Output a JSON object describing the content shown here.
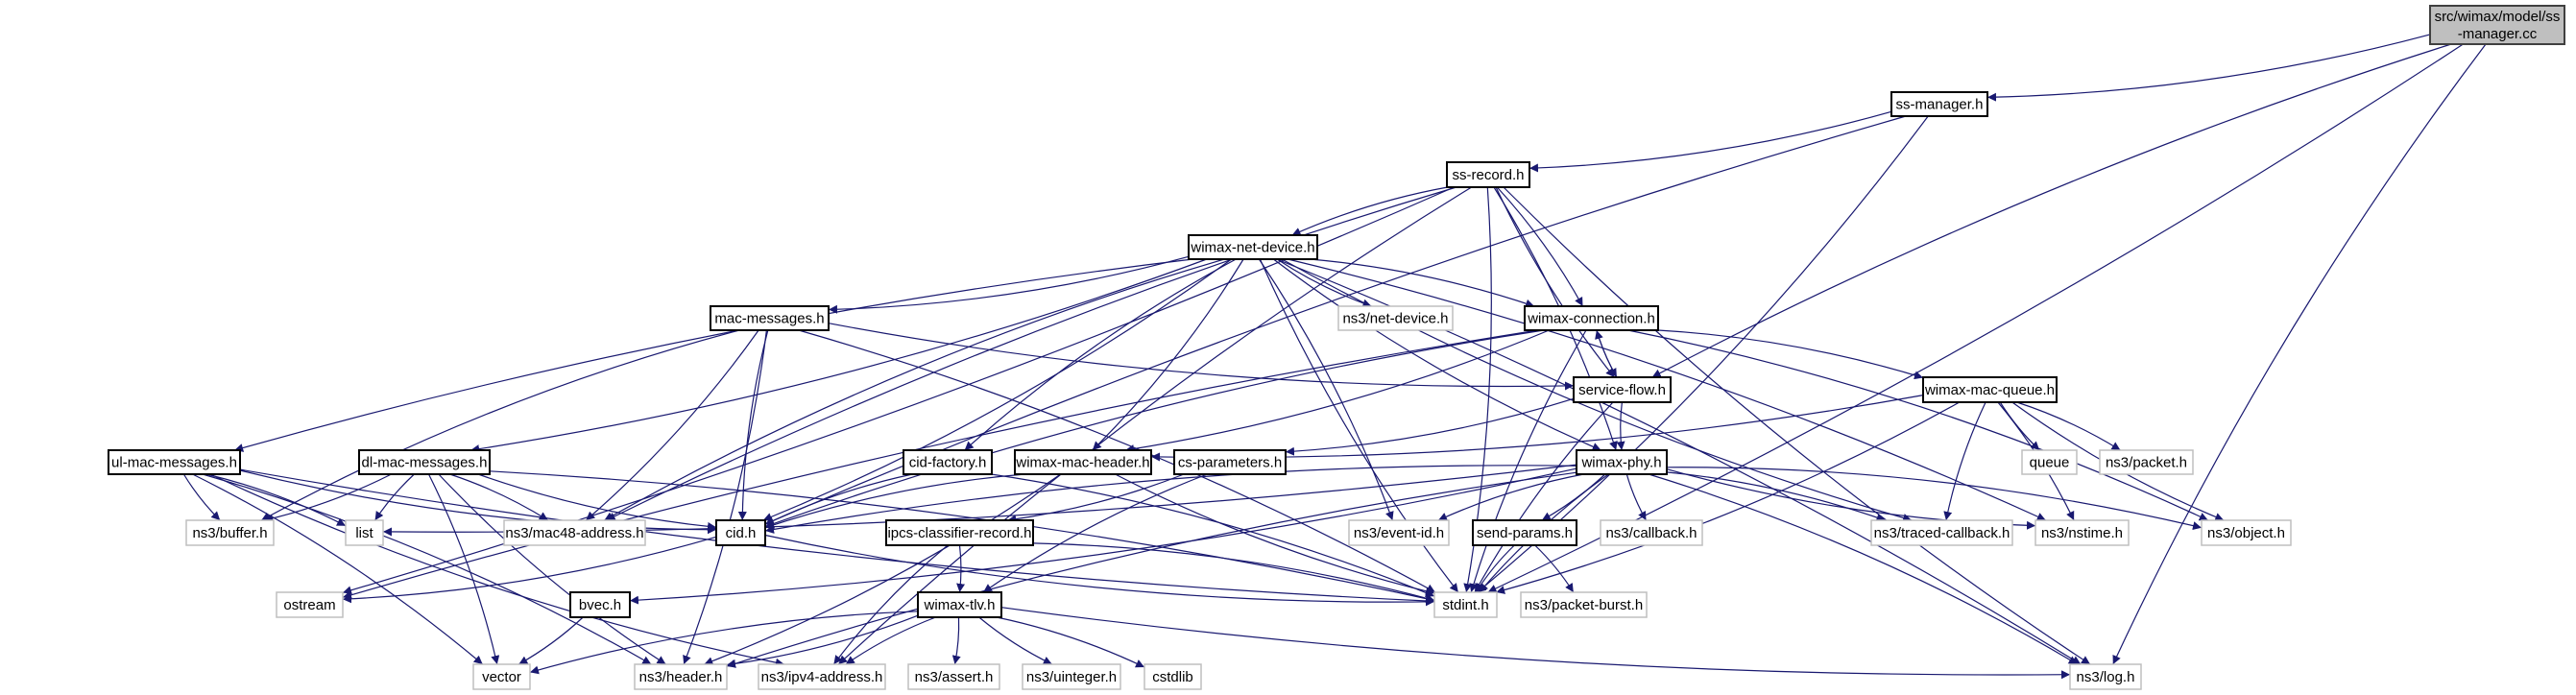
{
  "graph": {
    "type": "include-dependency-graph",
    "edge_color": "#191970",
    "root_fill": "#bfbfbf",
    "nodes": [
      {
        "id": "root",
        "label": [
          "src/wimax/model/ss",
          "-manager.cc"
        ],
        "kind": "root"
      },
      {
        "id": "ss_manager_h",
        "label": [
          "ss-manager.h"
        ],
        "kind": "documented"
      },
      {
        "id": "ss_record_h",
        "label": [
          "ss-record.h"
        ],
        "kind": "documented"
      },
      {
        "id": "wimax_net_device_h",
        "label": [
          "wimax-net-device.h"
        ],
        "kind": "documented"
      },
      {
        "id": "mac_messages_h",
        "label": [
          "mac-messages.h"
        ],
        "kind": "documented"
      },
      {
        "id": "net_device_h",
        "label": [
          "ns3/net-device.h"
        ],
        "kind": "external"
      },
      {
        "id": "wimax_connection_h",
        "label": [
          "wimax-connection.h"
        ],
        "kind": "documented"
      },
      {
        "id": "service_flow_h",
        "label": [
          "service-flow.h"
        ],
        "kind": "documented"
      },
      {
        "id": "wimax_mac_queue_h",
        "label": [
          "wimax-mac-queue.h"
        ],
        "kind": "documented"
      },
      {
        "id": "ul_mac_messages_h",
        "label": [
          "ul-mac-messages.h"
        ],
        "kind": "documented"
      },
      {
        "id": "dl_mac_messages_h",
        "label": [
          "dl-mac-messages.h"
        ],
        "kind": "documented"
      },
      {
        "id": "cid_factory_h",
        "label": [
          "cid-factory.h"
        ],
        "kind": "documented"
      },
      {
        "id": "wimax_mac_header_h",
        "label": [
          "wimax-mac-header.h"
        ],
        "kind": "documented"
      },
      {
        "id": "cs_parameters_h",
        "label": [
          "cs-parameters.h"
        ],
        "kind": "documented"
      },
      {
        "id": "wimax_phy_h",
        "label": [
          "wimax-phy.h"
        ],
        "kind": "documented"
      },
      {
        "id": "queue",
        "label": [
          "queue"
        ],
        "kind": "external"
      },
      {
        "id": "packet_h",
        "label": [
          "ns3/packet.h"
        ],
        "kind": "external"
      },
      {
        "id": "buffer_h",
        "label": [
          "ns3/buffer.h"
        ],
        "kind": "external"
      },
      {
        "id": "list",
        "label": [
          "list"
        ],
        "kind": "external"
      },
      {
        "id": "mac48_address_h",
        "label": [
          "ns3/mac48-address.h"
        ],
        "kind": "external"
      },
      {
        "id": "cid_h",
        "label": [
          "cid.h"
        ],
        "kind": "documented"
      },
      {
        "id": "ipcs_classifier_record_h",
        "label": [
          "ipcs-classifier-record.h"
        ],
        "kind": "documented"
      },
      {
        "id": "event_id_h",
        "label": [
          "ns3/event-id.h"
        ],
        "kind": "external"
      },
      {
        "id": "send_params_h",
        "label": [
          "send-params.h"
        ],
        "kind": "documented"
      },
      {
        "id": "callback_h",
        "label": [
          "ns3/callback.h"
        ],
        "kind": "external"
      },
      {
        "id": "traced_callback_h",
        "label": [
          "ns3/traced-callback.h"
        ],
        "kind": "external"
      },
      {
        "id": "nstime_h",
        "label": [
          "ns3/nstime.h"
        ],
        "kind": "external"
      },
      {
        "id": "object_h",
        "label": [
          "ns3/object.h"
        ],
        "kind": "external"
      },
      {
        "id": "ostream",
        "label": [
          "ostream"
        ],
        "kind": "external"
      },
      {
        "id": "bvec_h",
        "label": [
          "bvec.h"
        ],
        "kind": "documented"
      },
      {
        "id": "wimax_tlv_h",
        "label": [
          "wimax-tlv.h"
        ],
        "kind": "documented"
      },
      {
        "id": "stdint_h",
        "label": [
          "stdint.h"
        ],
        "kind": "external"
      },
      {
        "id": "packet_burst_h",
        "label": [
          "ns3/packet-burst.h"
        ],
        "kind": "external"
      },
      {
        "id": "vector",
        "label": [
          "vector"
        ],
        "kind": "external"
      },
      {
        "id": "header_h",
        "label": [
          "ns3/header.h"
        ],
        "kind": "external"
      },
      {
        "id": "ipv4_address_h",
        "label": [
          "ns3/ipv4-address.h"
        ],
        "kind": "external"
      },
      {
        "id": "assert_h",
        "label": [
          "ns3/assert.h"
        ],
        "kind": "external"
      },
      {
        "id": "uinteger_h",
        "label": [
          "ns3/uinteger.h"
        ],
        "kind": "external"
      },
      {
        "id": "cstdlib",
        "label": [
          "cstdlib"
        ],
        "kind": "external"
      },
      {
        "id": "log_h",
        "label": [
          "ns3/log.h"
        ],
        "kind": "external"
      }
    ],
    "edges": [
      [
        "root",
        "ss_manager_h"
      ],
      [
        "root",
        "service_flow_h"
      ],
      [
        "root",
        "stdint_h"
      ],
      [
        "root",
        "log_h"
      ],
      [
        "ss_manager_h",
        "ss_record_h"
      ],
      [
        "ss_manager_h",
        "cid_h"
      ],
      [
        "ss_manager_h",
        "stdint_h"
      ],
      [
        "ss_record_h",
        "wimax_net_device_h"
      ],
      [
        "ss_record_h",
        "wimax_connection_h"
      ],
      [
        "ss_record_h",
        "service_flow_h"
      ],
      [
        "ss_record_h",
        "wimax_phy_h"
      ],
      [
        "ss_record_h",
        "mac48_address_h"
      ],
      [
        "ss_record_h",
        "ostream"
      ],
      [
        "ss_record_h",
        "ipv4_address_h"
      ],
      [
        "ss_record_h",
        "stdint_h"
      ],
      [
        "ss_record_h",
        "log_h"
      ],
      [
        "wimax_net_device_h",
        "mac_messages_h"
      ],
      [
        "wimax_net_device_h",
        "ul_mac_messages_h"
      ],
      [
        "wimax_net_device_h",
        "dl_mac_messages_h"
      ],
      [
        "wimax_net_device_h",
        "mac48_address_h"
      ],
      [
        "wimax_net_device_h",
        "cid_h"
      ],
      [
        "wimax_net_device_h",
        "cid_factory_h"
      ],
      [
        "wimax_net_device_h",
        "wimax_mac_header_h"
      ],
      [
        "wimax_net_device_h",
        "net_device_h"
      ],
      [
        "wimax_net_device_h",
        "wimax_connection_h"
      ],
      [
        "wimax_net_device_h",
        "wimax_phy_h"
      ],
      [
        "wimax_net_device_h",
        "event_id_h"
      ],
      [
        "wimax_net_device_h",
        "traced_callback_h"
      ],
      [
        "wimax_net_device_h",
        "nstime_h"
      ],
      [
        "wimax_net_device_h",
        "stdint_h"
      ],
      [
        "wimax_net_device_h",
        "log_h"
      ],
      [
        "mac_messages_h",
        "buffer_h"
      ],
      [
        "mac_messages_h",
        "mac48_address_h"
      ],
      [
        "mac_messages_h",
        "cid_h"
      ],
      [
        "mac_messages_h",
        "header_h"
      ],
      [
        "mac_messages_h",
        "service_flow_h"
      ],
      [
        "mac_messages_h",
        "stdint_h"
      ],
      [
        "wimax_connection_h",
        "service_flow_h"
      ],
      [
        "wimax_connection_h",
        "wimax_mac_queue_h"
      ],
      [
        "wimax_connection_h",
        "cid_h"
      ],
      [
        "wimax_connection_h",
        "wimax_mac_header_h"
      ],
      [
        "wimax_connection_h",
        "ostream"
      ],
      [
        "wimax_connection_h",
        "object_h"
      ],
      [
        "wimax_connection_h",
        "stdint_h"
      ],
      [
        "service_flow_h",
        "wimax_connection_h"
      ],
      [
        "service_flow_h",
        "wimax_phy_h"
      ],
      [
        "service_flow_h",
        "cs_parameters_h"
      ],
      [
        "service_flow_h",
        "stdint_h"
      ],
      [
        "wimax_mac_queue_h",
        "wimax_mac_header_h"
      ],
      [
        "wimax_mac_queue_h",
        "queue"
      ],
      [
        "wimax_mac_queue_h",
        "packet_h"
      ],
      [
        "wimax_mac_queue_h",
        "traced_callback_h"
      ],
      [
        "wimax_mac_queue_h",
        "nstime_h"
      ],
      [
        "wimax_mac_queue_h",
        "object_h"
      ],
      [
        "wimax_mac_queue_h",
        "stdint_h"
      ],
      [
        "ul_mac_messages_h",
        "buffer_h"
      ],
      [
        "ul_mac_messages_h",
        "list"
      ],
      [
        "ul_mac_messages_h",
        "cid_h"
      ],
      [
        "ul_mac_messages_h",
        "vector"
      ],
      [
        "ul_mac_messages_h",
        "ipv4_address_h"
      ],
      [
        "ul_mac_messages_h",
        "header_h"
      ],
      [
        "ul_mac_messages_h",
        "stdint_h"
      ],
      [
        "dl_mac_messages_h",
        "buffer_h"
      ],
      [
        "dl_mac_messages_h",
        "list"
      ],
      [
        "dl_mac_messages_h",
        "mac48_address_h"
      ],
      [
        "dl_mac_messages_h",
        "cid_h"
      ],
      [
        "dl_mac_messages_h",
        "vector"
      ],
      [
        "dl_mac_messages_h",
        "header_h"
      ],
      [
        "dl_mac_messages_h",
        "stdint_h"
      ],
      [
        "cid_factory_h",
        "cid_h"
      ],
      [
        "cid_factory_h",
        "stdint_h"
      ],
      [
        "wimax_mac_header_h",
        "cid_h"
      ],
      [
        "wimax_mac_header_h",
        "header_h"
      ],
      [
        "wimax_mac_header_h",
        "stdint_h"
      ],
      [
        "cs_parameters_h",
        "ipcs_classifier_record_h"
      ],
      [
        "cs_parameters_h",
        "wimax_tlv_h"
      ],
      [
        "wimax_phy_h",
        "list"
      ],
      [
        "wimax_phy_h",
        "cid_h"
      ],
      [
        "wimax_phy_h",
        "bvec_h"
      ],
      [
        "wimax_phy_h",
        "event_id_h"
      ],
      [
        "wimax_phy_h",
        "send_params_h"
      ],
      [
        "wimax_phy_h",
        "callback_h"
      ],
      [
        "wimax_phy_h",
        "traced_callback_h"
      ],
      [
        "wimax_phy_h",
        "nstime_h"
      ],
      [
        "wimax_phy_h",
        "object_h"
      ],
      [
        "wimax_phy_h",
        "stdint_h"
      ],
      [
        "wimax_phy_h",
        "log_h"
      ],
      [
        "wimax_phy_h",
        "header_h"
      ],
      [
        "cid_h",
        "ostream"
      ],
      [
        "cid_h",
        "stdint_h"
      ],
      [
        "ipcs_classifier_record_h",
        "wimax_tlv_h"
      ],
      [
        "ipcs_classifier_record_h",
        "ipv4_address_h"
      ],
      [
        "ipcs_classifier_record_h",
        "stdint_h"
      ],
      [
        "wimax_tlv_h",
        "vector"
      ],
      [
        "wimax_tlv_h",
        "header_h"
      ],
      [
        "wimax_tlv_h",
        "ipv4_address_h"
      ],
      [
        "wimax_tlv_h",
        "assert_h"
      ],
      [
        "wimax_tlv_h",
        "uinteger_h"
      ],
      [
        "wimax_tlv_h",
        "cstdlib"
      ],
      [
        "wimax_tlv_h",
        "log_h"
      ],
      [
        "bvec_h",
        "vector"
      ],
      [
        "send_params_h",
        "stdint_h"
      ],
      [
        "send_params_h",
        "packet_burst_h"
      ]
    ]
  }
}
